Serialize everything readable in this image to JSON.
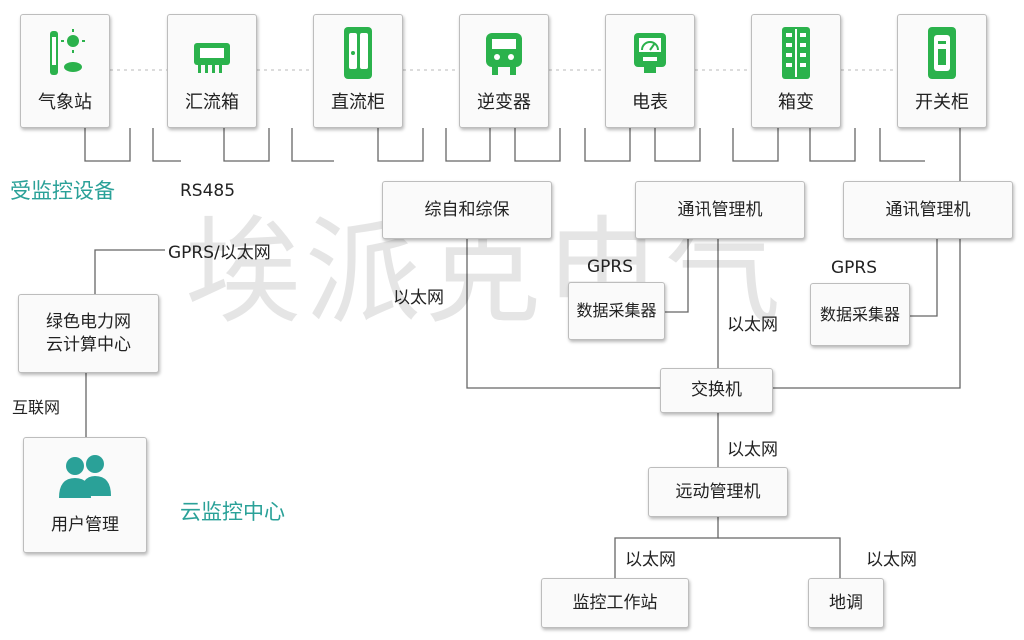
{
  "devices": [
    {
      "label": "气象站",
      "icon": "weather-station-icon"
    },
    {
      "label": "汇流箱",
      "icon": "combiner-box-icon"
    },
    {
      "label": "直流柜",
      "icon": "dc-cabinet-icon"
    },
    {
      "label": "逆变器",
      "icon": "inverter-icon"
    },
    {
      "label": "电表",
      "icon": "meter-icon"
    },
    {
      "label": "箱变",
      "icon": "box-transformer-icon"
    },
    {
      "label": "开关柜",
      "icon": "switchgear-icon"
    }
  ],
  "boxes": {
    "integrated": "综自和综保",
    "comm_manager_1": "通讯管理机",
    "comm_manager_2": "通讯管理机",
    "collector_1": "数据采集器",
    "collector_2": "数据采集器",
    "switch": "交换机",
    "remote_manager": "远动管理机",
    "workstation": "监控工作站",
    "dispatch": "地调",
    "cloud_line1": "绿色电力网",
    "cloud_line2": "云计算中心",
    "user_mgmt": "用户管理"
  },
  "labels": {
    "monitored": "受监控设备",
    "rs485": "RS485",
    "gprs_ethernet": "GPRS/以太网",
    "gprs_1": "GPRS",
    "gprs_2": "GPRS",
    "ethernet_left": "以太网",
    "ethernet_mid": "以太网",
    "ethernet_switch": "以太网",
    "ethernet_ws": "以太网",
    "ethernet_dispatch": "以太网",
    "internet": "互联网",
    "cloud_center": "云监控中心"
  },
  "watermark": "埃派克电气",
  "colors": {
    "accent_green": "#2bb24c",
    "accent_teal": "#2aa198"
  }
}
